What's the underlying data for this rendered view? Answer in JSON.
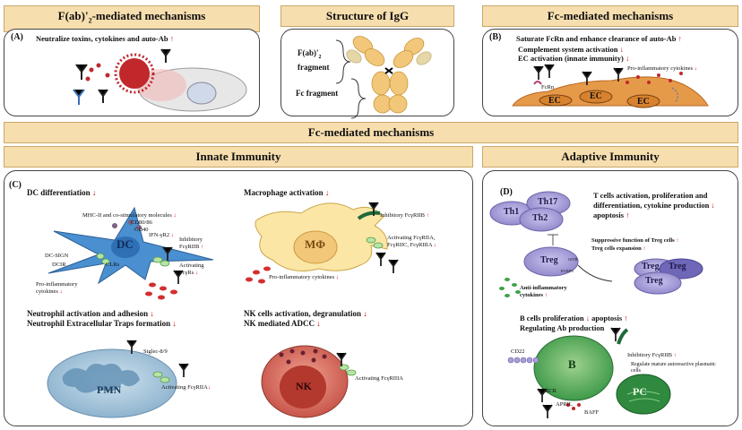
{
  "headers": {
    "fab": "F(ab)'",
    "fab_sub": "2",
    "fab_tail": "-mediated mechanisms",
    "igg": "Structure of IgG",
    "fc_top": "Fc-mediated mechanisms",
    "fc_mid": "Fc-mediated mechanisms",
    "innate": "Innate Immunity",
    "adaptive": "Adaptive Immunity"
  },
  "panel_a": {
    "label": "(A)",
    "text": "Neutralize toxins, cytokines and auto-Ab",
    "arrow": "↑"
  },
  "igg": {
    "fab_label_line1": "F(ab)'",
    "fab_label_sub": "2",
    "fab_label_line2": "fragment",
    "fc_label": "Fc fragment"
  },
  "panel_b": {
    "label": "(B)",
    "line1": "Saturate FcRn and enhance clearance of auto-Ab",
    "line1_arrow": "↑",
    "line2": "Complement system activation",
    "line2_arrow": "↓",
    "line3": "EC activation (innate immunity)",
    "line3_arrow": "↓",
    "fcrn": "FcRn",
    "proinflam": "Pro-inflammatory cytokines",
    "proinflam_arrow": "↓",
    "ec": "EC"
  },
  "panel_c": {
    "label": "(C)",
    "dc_title": "DC differentiation",
    "dc_title_arrow": "↓",
    "mhc": "MHC-II and co-stimulatory molecules",
    "mhc_arrow": "↓",
    "cd8086": "CD80/86",
    "cd40": "CD40",
    "ifn": "IFN-γR2",
    "ifn_arrow": "↓",
    "dc": "DC",
    "dcsign": "DC-SIGN",
    "dcir": "DCIR",
    "clrs": "CLRs",
    "inhibitory_line1": "Inhibitory",
    "inhibitory_line2": "FcγRIIB",
    "inhibitory_arrow": "↑",
    "activating_line1": "Activating",
    "activating_line2": "FcγRs",
    "activating_arrow": "↓",
    "dc_cytok_line1": "Pro-inflammatory",
    "dc_cytok_line2": "cytokines",
    "dc_cytok_arrow": "↓",
    "mac_title": "Macrophage activation",
    "mac_title_arrow": "↓",
    "mac_inhib": "Inhibitory FcγRIIB",
    "mac_inhib_arrow": "↑",
    "mac": "MΦ",
    "mac_act_line1": "Activating FcγRIIA,",
    "mac_act_line2": "FcγRIIC, FcγRIIIA",
    "mac_act_arrow": "↓",
    "mac_cytok": "Pro-inflammatory cytokines",
    "mac_cytok_arrow": "↓",
    "neut_line1": "Neutrophil activation and adhesion",
    "neut_line1_arrow": "↓",
    "neut_line2": "Neutrophil Extracellular Traps formation",
    "neut_line2_arrow": "↓",
    "siglec": "Siglec-8/9",
    "pmn": "PMN",
    "pmn_act": "Activating FcγRIIA",
    "pmn_act_arrow": "↓",
    "nk_line1": "NK cells activation, degranulation",
    "nk_line1_arrow": "↓",
    "nk_line2": "NK mediated ADCC",
    "nk_line2_arrow": "↓",
    "nk": "NK",
    "nk_act": "Activating FcγRIIIA"
  },
  "panel_d": {
    "label": "(D)",
    "th1": "Th1",
    "th17": "Th17",
    "th2": "Th2",
    "t_line1": "T cells activation, proliferation and",
    "t_line2": "differentiation, cytokine production",
    "t_line2_arrow": "↓",
    "t_line3": "apoptosis",
    "t_line3_arrow": "↑",
    "treg": "Treg",
    "gitr": "GITR",
    "foxp3": "FOXP3",
    "supp_line1": "Suppressive function of Treg cells",
    "supp_line1_arrow": "↑",
    "supp_line2": "Treg cells expansion",
    "supp_line2_arrow": "↑",
    "anti_line1": "Anti-inflammatory",
    "anti_line2": "cytokines",
    "anti_arrow": "↑",
    "b_line1": "B cells proliferation",
    "b_line1_arrow1": "↓",
    "b_line1_mid": "apoptosis",
    "b_line1_arrow2": "↑",
    "b_line2": "Regulating Ab production",
    "cd22": "CD22",
    "b": "B",
    "bcr": "BCR",
    "april": "APRIL",
    "baff": "BAFF",
    "b_inhib": "Inhibitory FcγRIIB",
    "b_inhib_arrow": "↑",
    "regulate_line1": "Regulate mature autoreactive plasmatic",
    "regulate_line2": "cells",
    "pc": "PC"
  },
  "colors": {
    "header_fill": "#f7deae",
    "arrow_red": "#d40000",
    "dc_blue": "#4a8fd0",
    "ec_orange": "#e0923e",
    "mac_yellow": "#fbe6a6",
    "pmn_blue": "#a9c8de",
    "nk_red": "#d66a5c",
    "t_purple": "#a7a0d8",
    "b_green": "#2f8a3f"
  }
}
